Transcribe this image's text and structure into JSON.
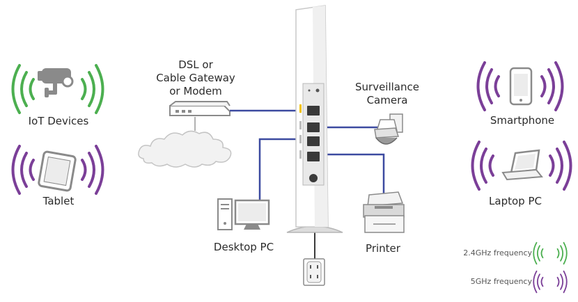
{
  "labels": {
    "iot": "IoT Devices",
    "tablet": "Tablet",
    "gateway": [
      "DSL or",
      "Cable Gateway",
      "or Modem"
    ],
    "camera": [
      "Surveillance",
      "Camera"
    ],
    "desktop": "Desktop PC",
    "printer": "Printer",
    "smartphone": "Smartphone",
    "laptop": "Laptop PC"
  },
  "legend": {
    "ghz24": "2.4GHz frequency",
    "ghz5": "5GHz frequency"
  },
  "colors": {
    "band_24ghz": "#4caf50",
    "band_5ghz": "#7b3f98",
    "cable": "#3c4aa0",
    "device_gray": "#8a8a8a"
  }
}
